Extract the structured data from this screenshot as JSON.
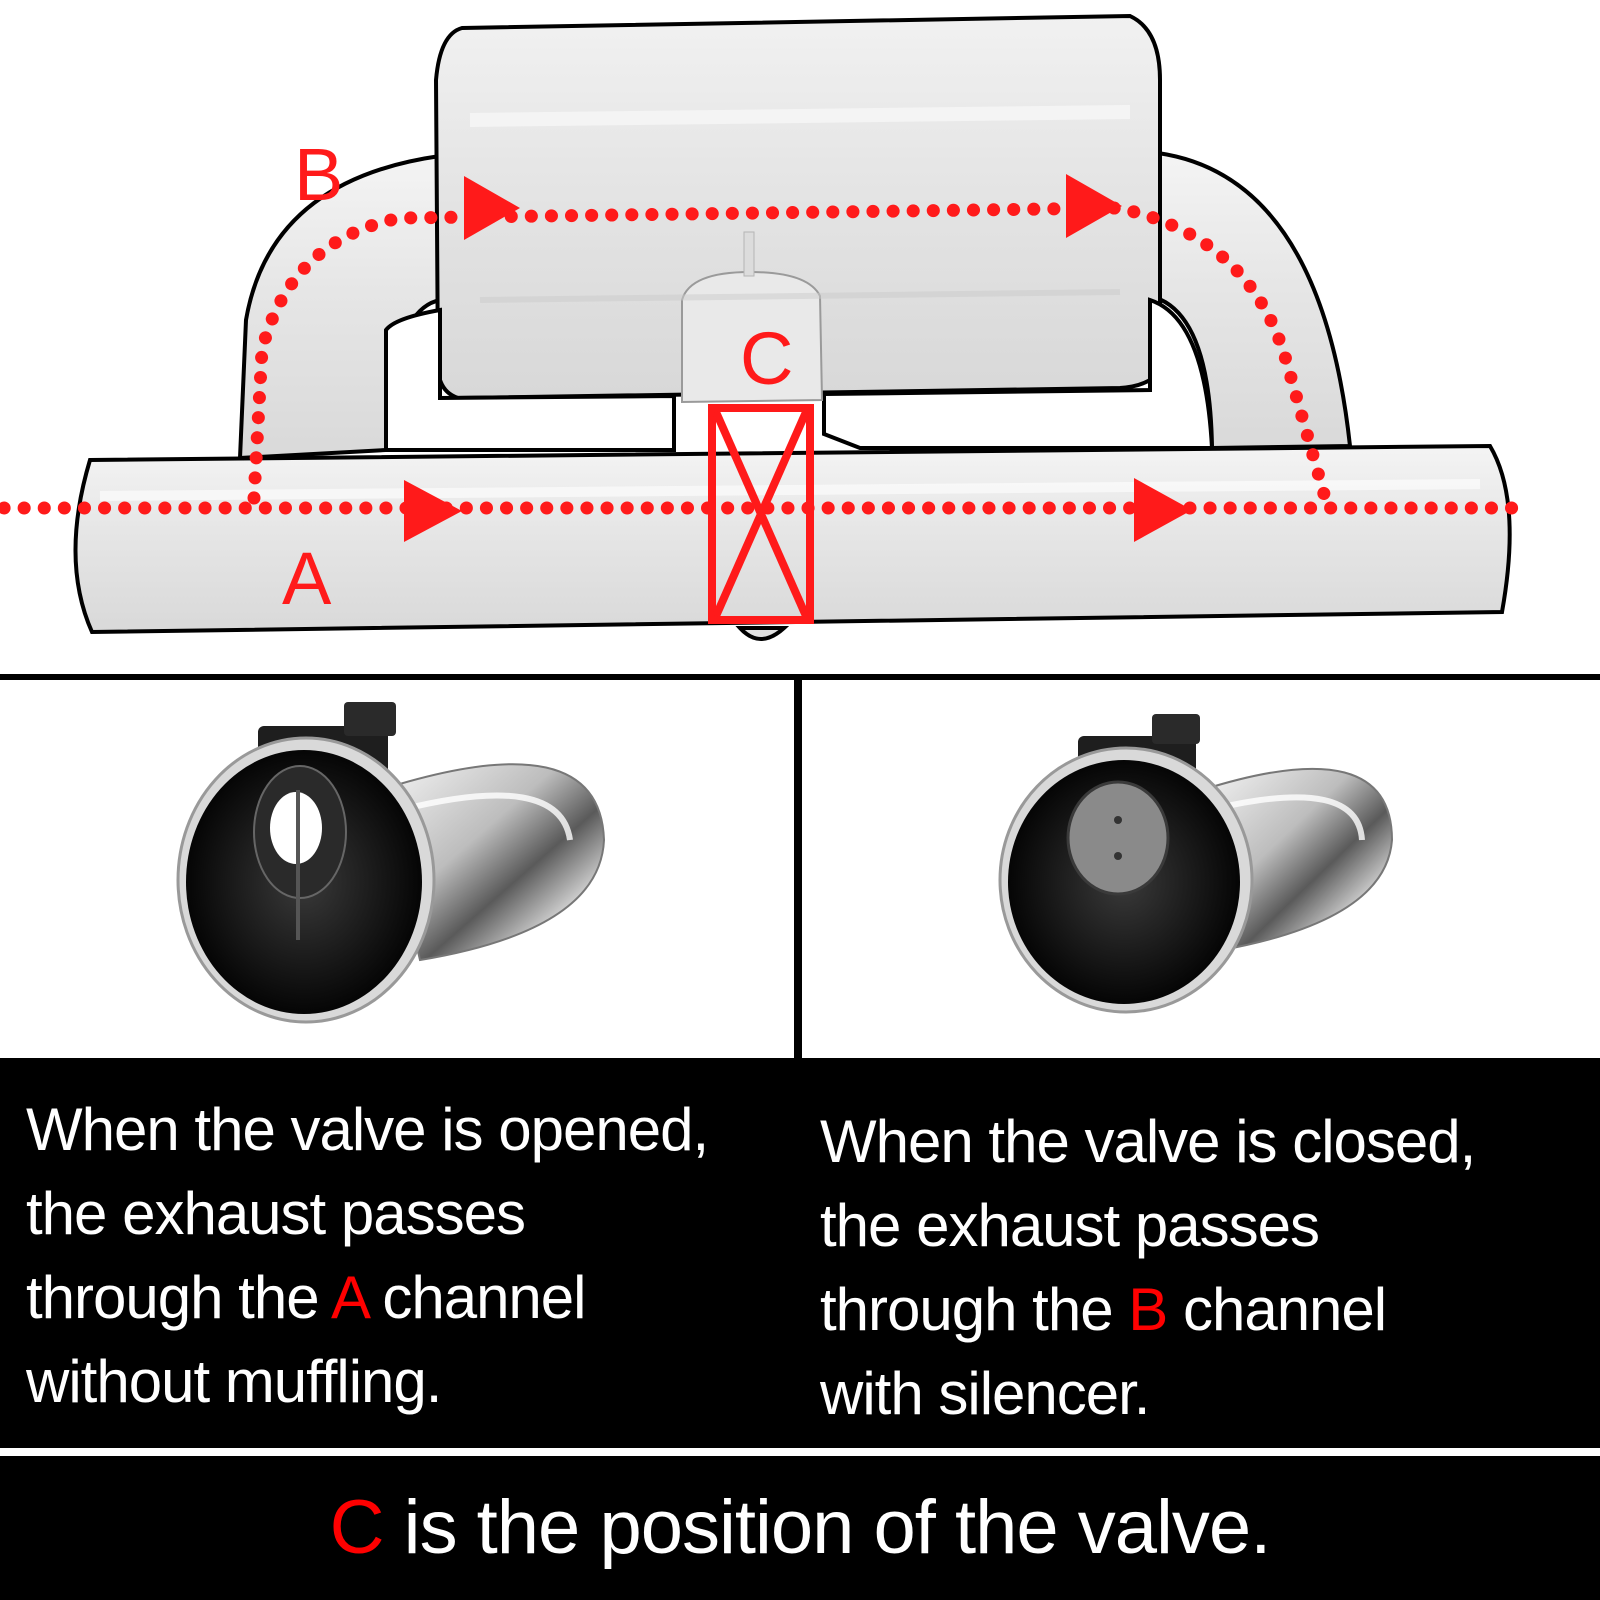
{
  "diagram": {
    "label_a": "A",
    "label_b": "B",
    "label_c": "C",
    "colors": {
      "flow": "#ff1a1a",
      "pipe": "#e4e4e4",
      "outline": "#000000"
    }
  },
  "panels": {
    "left": {
      "photo_icon": "open-valve-icon",
      "line1": "When the valve is opened,",
      "line2": "the exhaust passes",
      "line3_pre": "through the ",
      "line3_channel": "A",
      "line3_post": " channel",
      "line4": "without muffling."
    },
    "right": {
      "photo_icon": "closed-valve-icon",
      "line1": "When the valve is closed,",
      "line2": "the exhaust passes",
      "line3_pre": "through the ",
      "line3_channel": "B",
      "line3_post": " channel",
      "line4": "with silencer."
    }
  },
  "footer": {
    "letter": "C",
    "text": " is the position of the valve."
  }
}
